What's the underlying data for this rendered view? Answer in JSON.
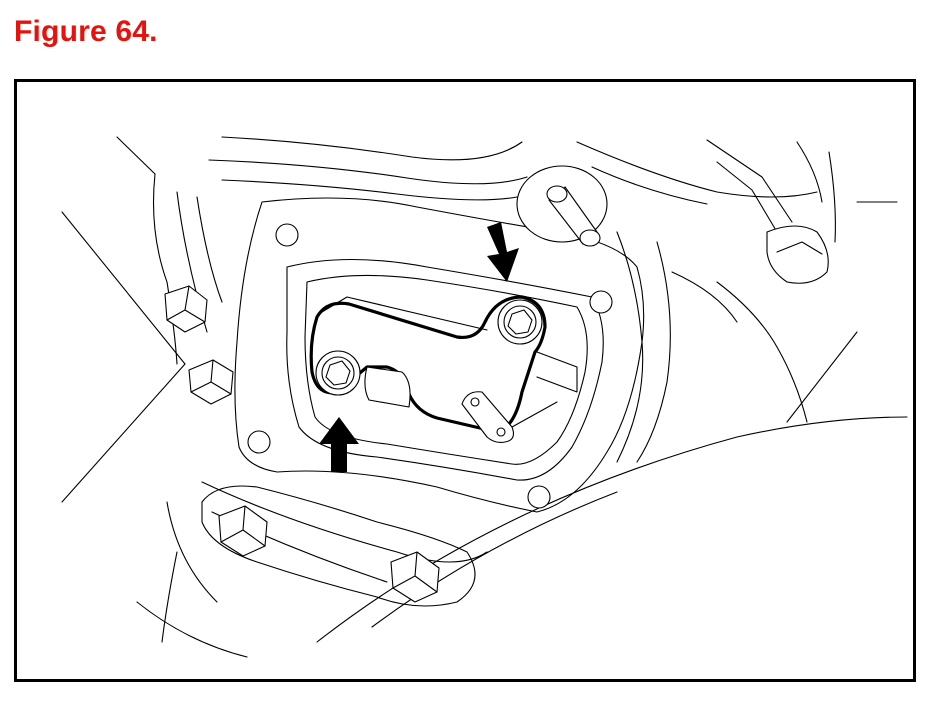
{
  "figure": {
    "title": "Figure 64."
  },
  "illustration": {
    "callout_arrows": [
      {
        "name": "upper-bolt-arrow",
        "direction": "down"
      },
      {
        "name": "lower-bolt-arrow",
        "direction": "up"
      }
    ],
    "colors": {
      "title": "#e8120c",
      "line": "#000000",
      "background": "#ffffff"
    }
  }
}
